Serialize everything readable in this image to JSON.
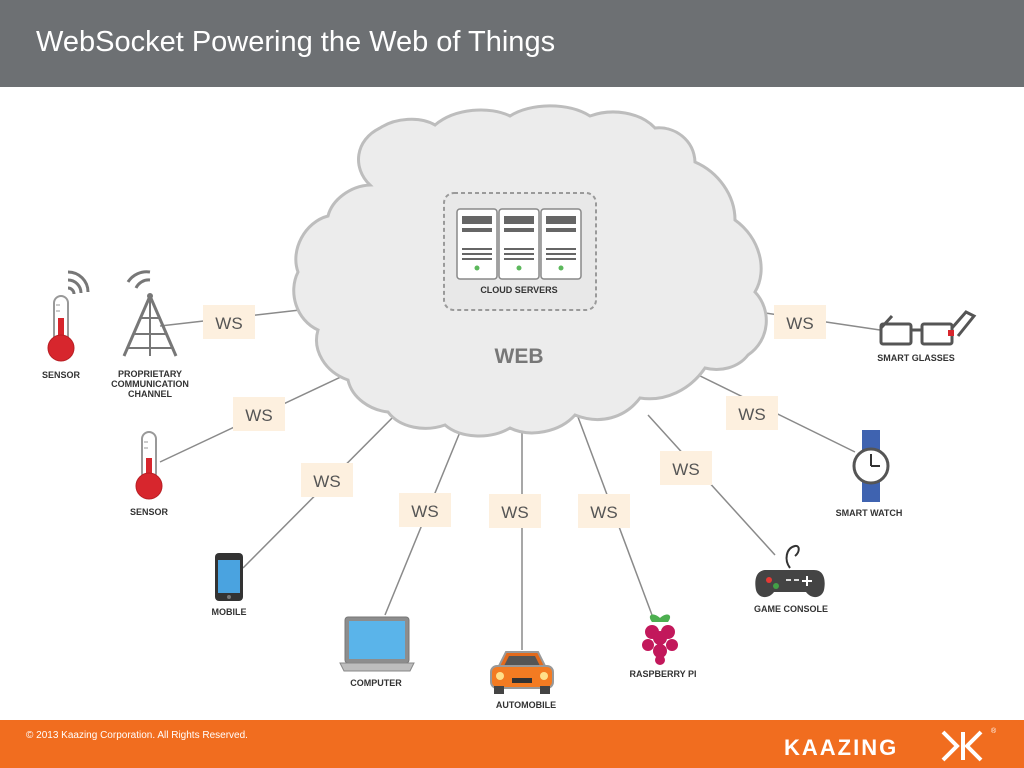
{
  "header": {
    "title": "WebSocket Powering the Web of Things"
  },
  "cloud": {
    "label": "WEB",
    "servers_label": "CLOUD SERVERS"
  },
  "connection_label": "WS",
  "devices": {
    "sensor_top": "SENSOR",
    "proprietary_line1": "PROPRIETARY",
    "proprietary_line2": "COMMUNICATION",
    "proprietary_line3": "CHANNEL",
    "sensor_mid": "SENSOR",
    "mobile": "MOBILE",
    "computer": "COMPUTER",
    "automobile": "AUTOMOBILE",
    "raspberry_pi": "RASPBERRY PI",
    "game_console": "GAME CONSOLE",
    "smart_watch": "SMART WATCH",
    "smart_glasses": "SMART GLASSES"
  },
  "footer": {
    "copyright": "© 2013 Kaazing Corporation.  All Rights Reserved.",
    "logo_text": "KAAZING"
  },
  "colors": {
    "header": "#6d7073",
    "footer": "#f16d1f",
    "ws_box": "#fdf0df",
    "sensor_red": "#d7262d"
  }
}
